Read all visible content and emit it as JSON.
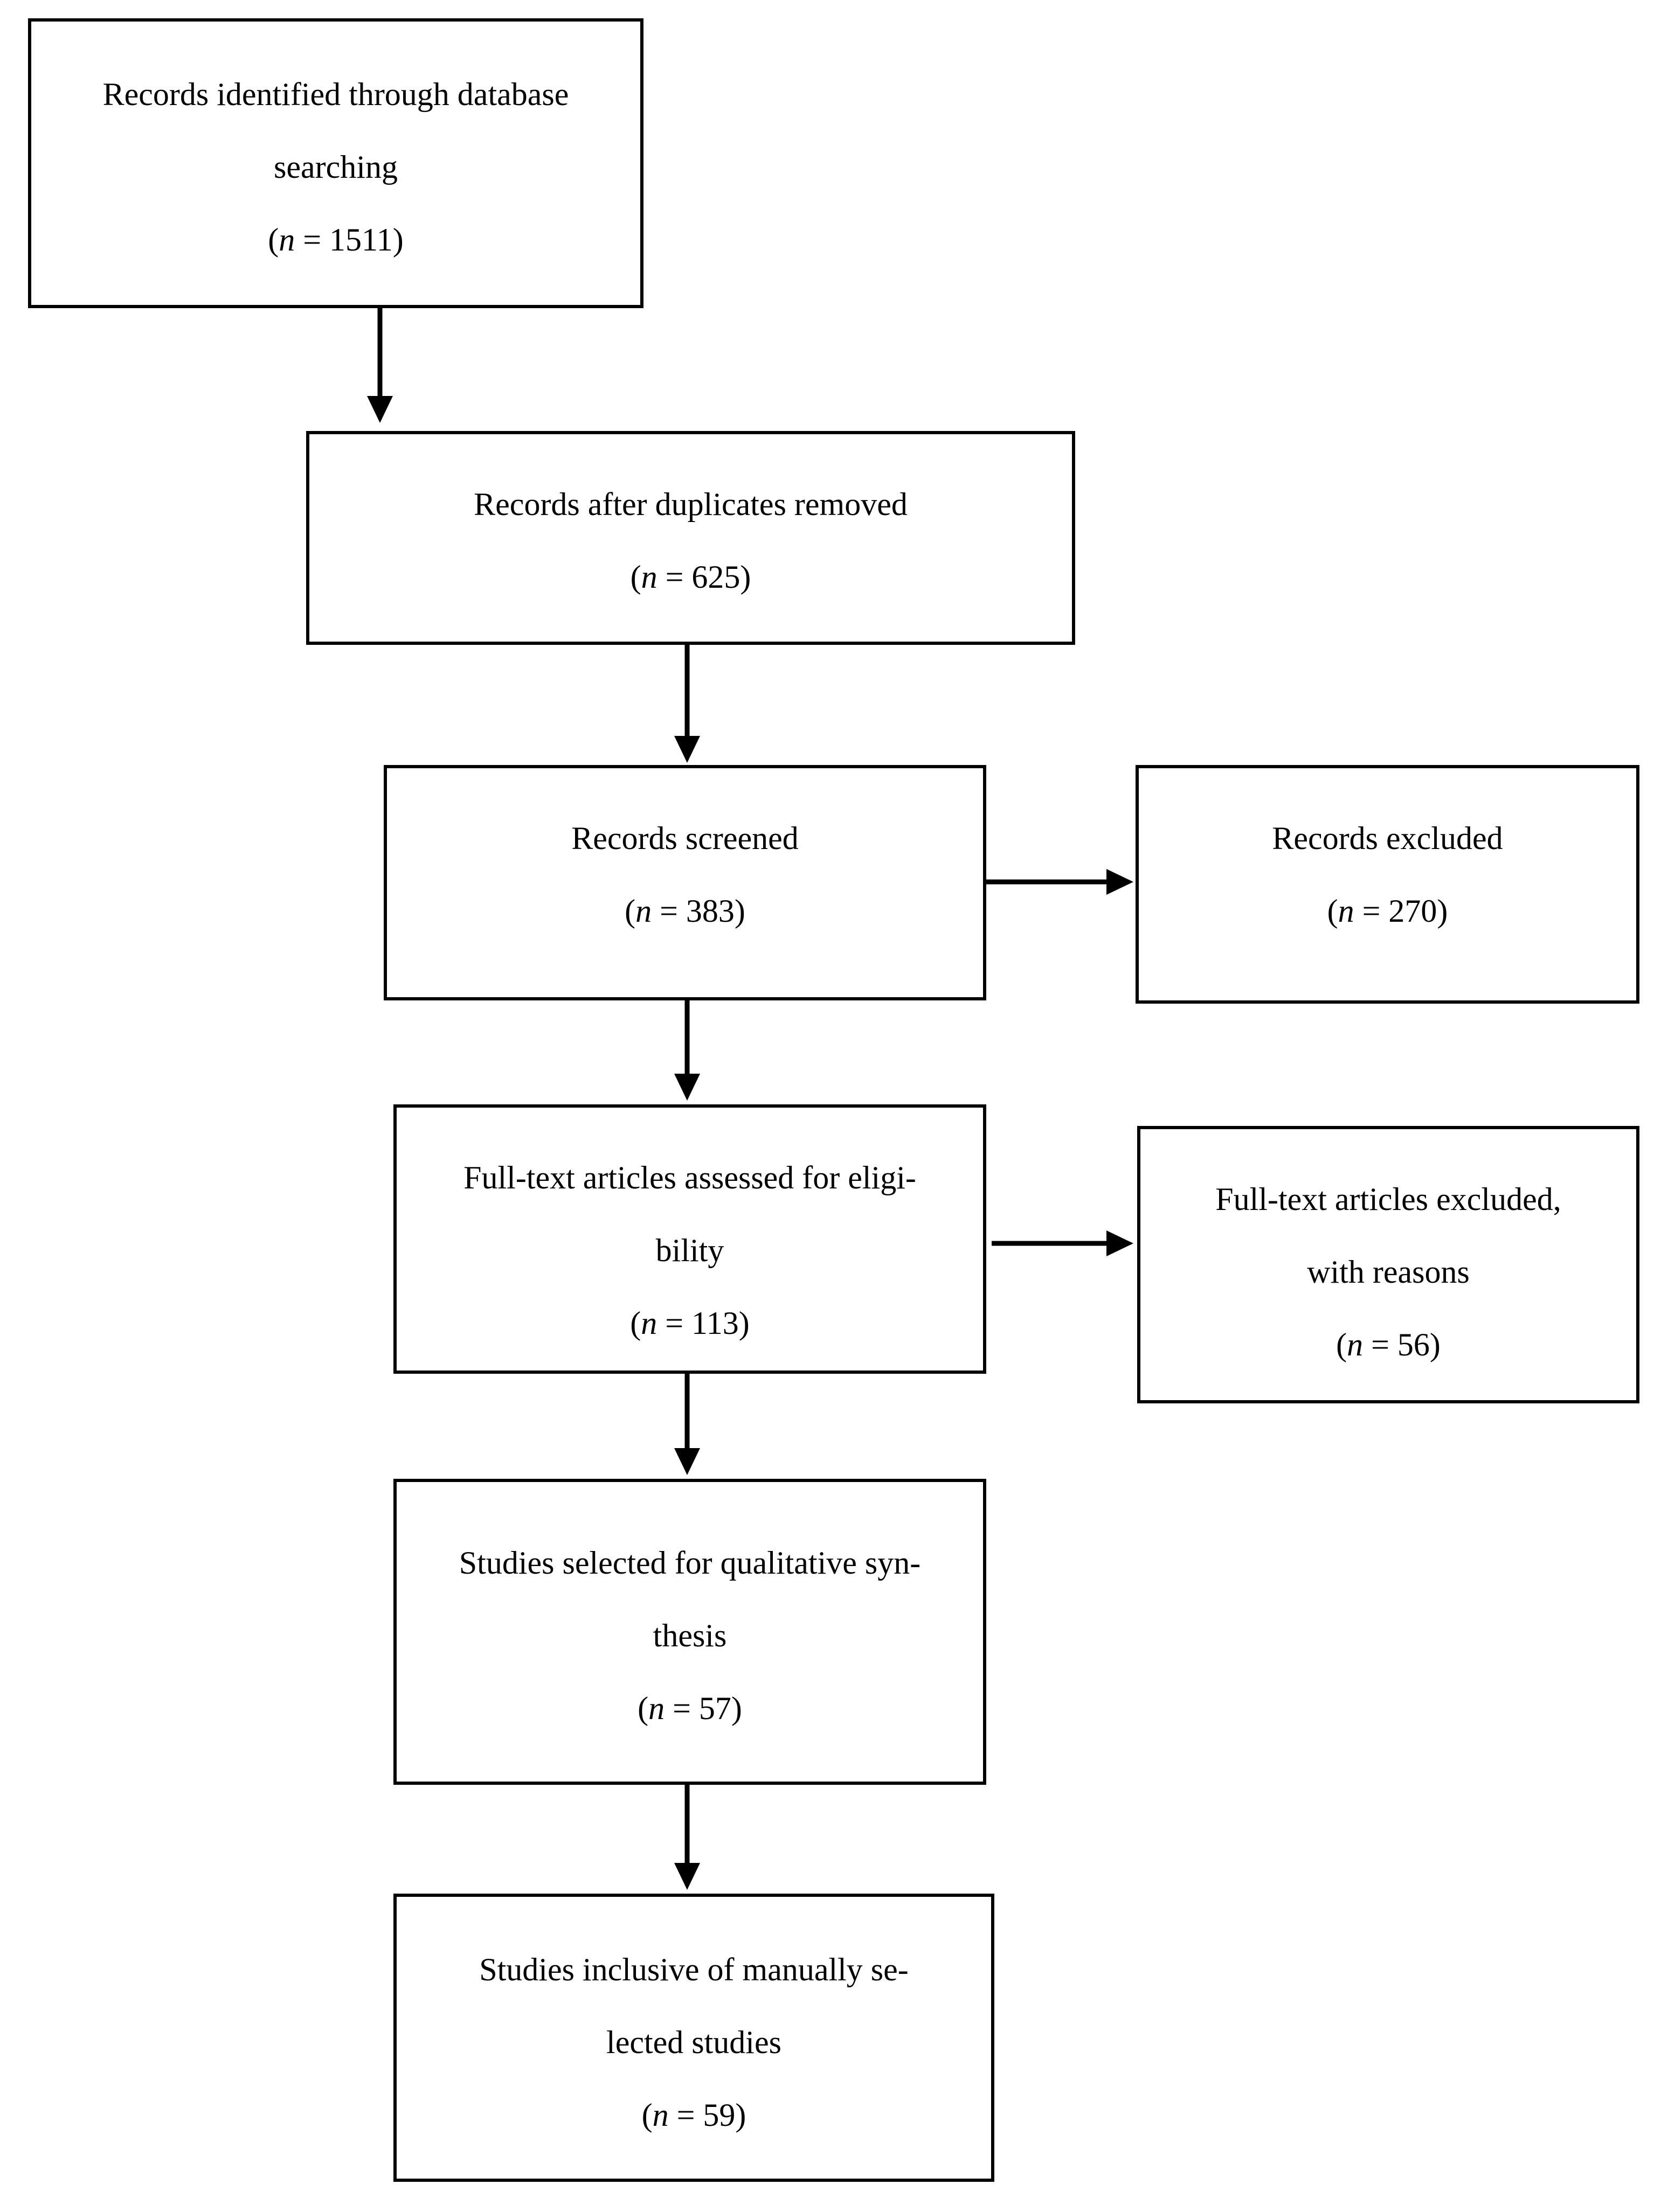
{
  "flowchart": {
    "records_identified": {
      "line1": "Records identified through database",
      "line2": "searching",
      "n_label": "n",
      "n_value": " = 1511)"
    },
    "records_after_duplicates": {
      "line1": "Records after duplicates removed",
      "n_label": "n",
      "n_value": " = 625)"
    },
    "records_screened": {
      "line1": "Records screened",
      "n_label": "n",
      "n_value": " = 383)"
    },
    "records_excluded": {
      "line1": "Records excluded",
      "n_label": "n",
      "n_value": " = 270)"
    },
    "fulltext_assessed": {
      "line1": "Full-text articles assessed for eligi-",
      "line2": "bility",
      "n_label": "n",
      "n_value": " = 113)"
    },
    "fulltext_excluded": {
      "line1": "Full-text articles excluded,",
      "line2": "with reasons",
      "n_label": "n",
      "n_value": " = 56)"
    },
    "qualitative_synthesis": {
      "line1": "Studies selected for qualitative syn-",
      "line2": "thesis",
      "n_label": "n",
      "n_value": " = 57)"
    },
    "manually_selected": {
      "line1": "Studies inclusive of manually se-",
      "line2": "lected studies",
      "n_label": "n",
      "n_value": " = 59)"
    },
    "open_paren": "("
  }
}
